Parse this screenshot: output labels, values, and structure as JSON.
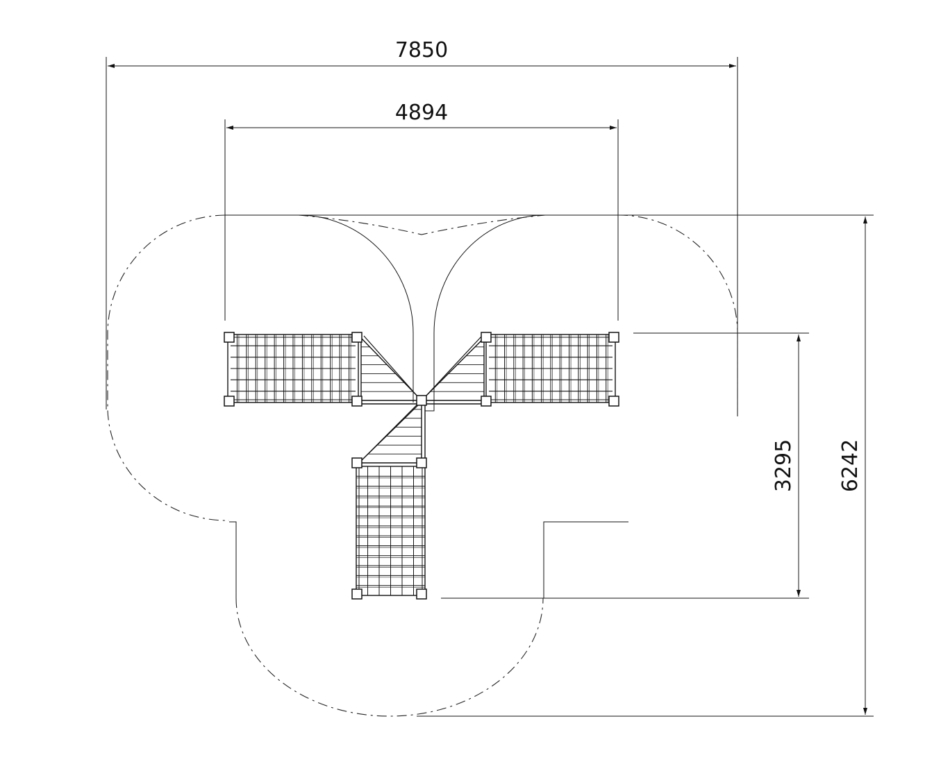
{
  "drawing": {
    "dimensions": {
      "overall_width": "7850",
      "structure_width": "4894",
      "structure_depth": "3295",
      "overall_depth": "6242"
    },
    "units": "mm",
    "colors": {
      "line": "#111111",
      "background": "#ffffff"
    }
  }
}
